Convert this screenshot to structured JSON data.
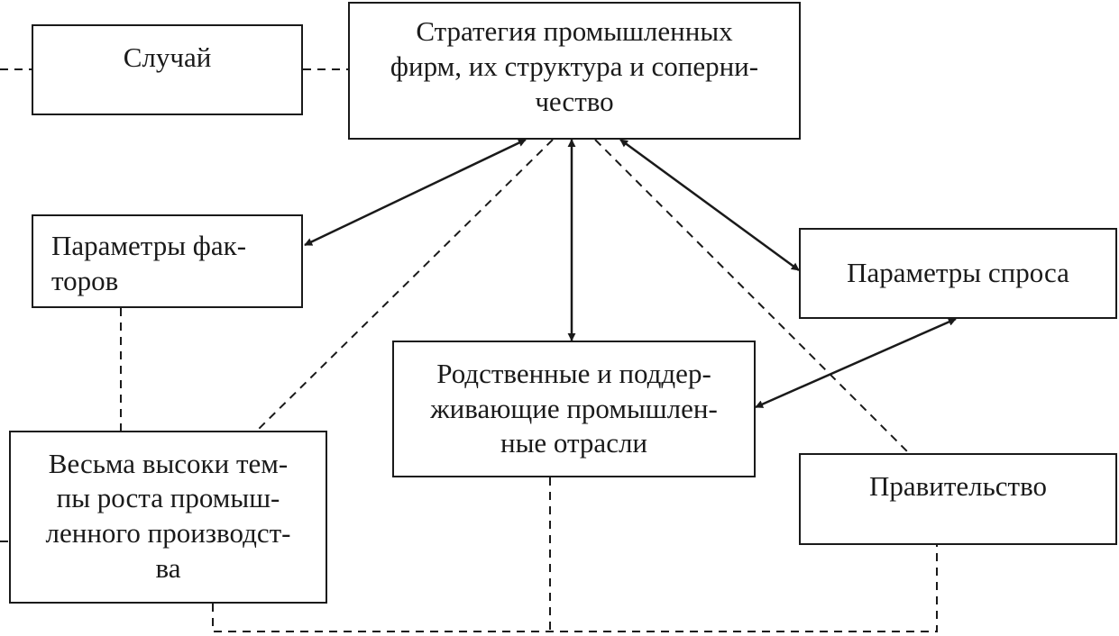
{
  "nodes": {
    "chance": {
      "label": "Случай"
    },
    "strategy": {
      "label": "Стратегия промышленных\nфирм, их структура и соперни-\nчество"
    },
    "factors": {
      "label": "Параметры фак-\nторов"
    },
    "demand": {
      "label": "Параметры спроса"
    },
    "related": {
      "label": "Родственные и поддер-\nживающие промышлен-\nные отрасли"
    },
    "growth": {
      "label": "Весьма высоки тем-\nпы роста промыш-\nленного производст-\nва"
    },
    "government": {
      "label": "Правительство"
    }
  },
  "edges": [
    {
      "from": "strategy",
      "to": "factors",
      "style": "solid",
      "arrows": "both"
    },
    {
      "from": "strategy",
      "to": "related",
      "style": "solid",
      "arrows": "both"
    },
    {
      "from": "strategy",
      "to": "demand",
      "style": "solid",
      "arrows": "both"
    },
    {
      "from": "demand",
      "to": "related",
      "style": "solid",
      "arrows": "both"
    },
    {
      "from": "chance",
      "to": "strategy",
      "style": "dashed",
      "arrows": "none"
    },
    {
      "from": "factors",
      "to": "growth",
      "style": "dashed",
      "arrows": "none"
    },
    {
      "from": "strategy",
      "to": "growth",
      "style": "dashed",
      "arrows": "none"
    },
    {
      "from": "strategy",
      "to": "government",
      "style": "dashed",
      "arrows": "none"
    },
    {
      "from": "growth",
      "to": "related",
      "style": "dashed",
      "arrows": "none"
    },
    {
      "from": "related",
      "to": "government",
      "style": "dashed",
      "arrows": "none"
    }
  ]
}
